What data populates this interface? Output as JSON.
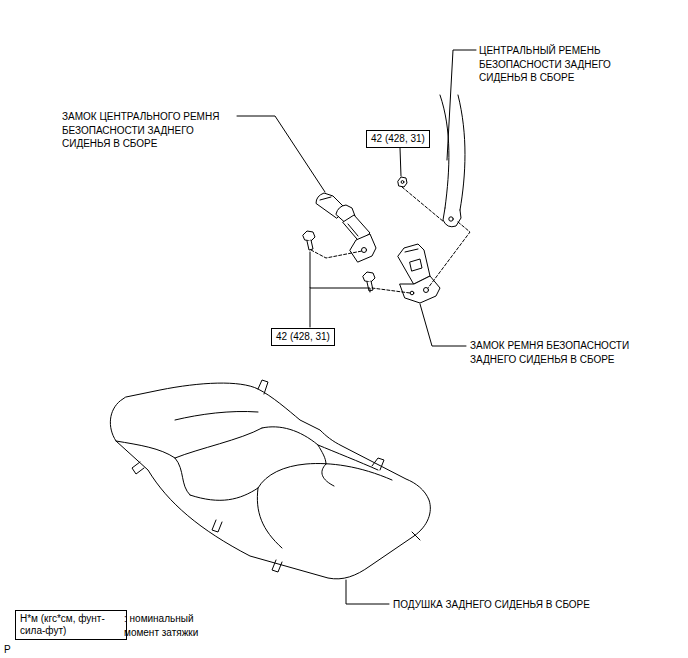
{
  "diagram": {
    "nodes": [
      {
        "text": [
          "42 (428, 31)"
        ]
      },
      {
        "text": [
          "42 (428, 31)"
        ]
      },
      {
        "text": [
          "Н*м (кгс*см, фунт-сила-фут)"
        ]
      }
    ],
    "labels": [
      "ЦЕНТРАЛЬНЫЙ РЕМЕНЬ БЕЗОПАСНОСТИ ЗАДНЕГО СИДЕНЬЯ В СБОРЕ",
      "ЗАМОК ЦЕНТРАЛЬНОГО РЕМНЯ БЕЗОПАСНОСТИ ЗАДНЕГО СИДЕНЬЯ В СБОРЕ",
      "ЗАМОК РЕМНЯ БЕЗОПАСНОСТИ ЗАДНЕГО СИДЕНЬЯ В СБОРЕ",
      "ПОДУШКА ЗАДНЕГО СИДЕНЬЯ В СБОРЕ",
      ": номинальный момент затяжки",
      "P"
    ]
  }
}
